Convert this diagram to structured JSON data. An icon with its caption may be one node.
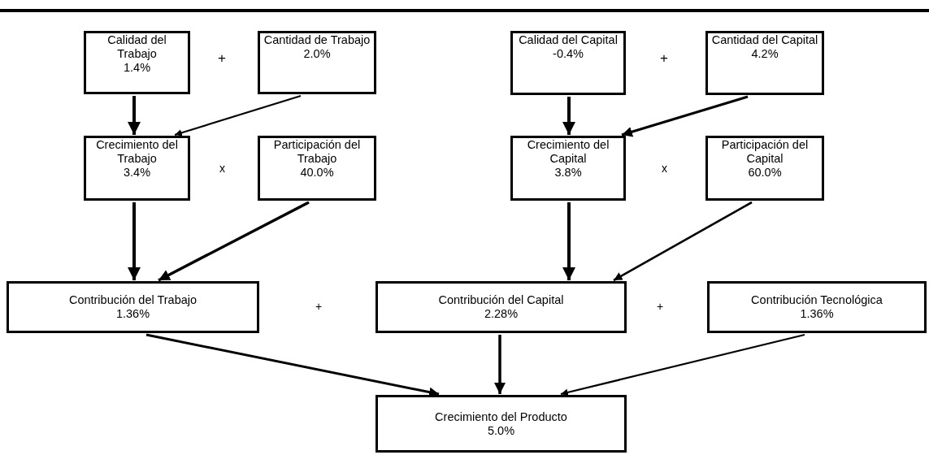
{
  "diagram": {
    "nodes": [
      {
        "text": [
          "Calidad del Trabajo",
          "1.4%"
        ]
      },
      {
        "text": [
          "Cantidad de Trabajo",
          "2.0%"
        ]
      },
      {
        "text": [
          "Calidad del Capital",
          "-0.4%"
        ]
      },
      {
        "text": [
          "Cantidad del Capital",
          "4.2%"
        ]
      },
      {
        "text": [
          "Crecimiento del Trabajo",
          "3.4%"
        ]
      },
      {
        "text": [
          "Participación del Trabajo",
          "40.0%"
        ]
      },
      {
        "text": [
          "Crecimiento del Capital",
          "3.8%"
        ]
      },
      {
        "text": [
          "Participación del Capital",
          "60.0%"
        ]
      },
      {
        "text": [
          "Contribución del Trabajo",
          "1.36%"
        ]
      },
      {
        "text": [
          "Contribución del Capital",
          "2.28%"
        ]
      },
      {
        "text": [
          "Contribución Tecnológica",
          "1.36%"
        ]
      },
      {
        "text": [
          "Crecimiento del Producto",
          "5.0%"
        ]
      }
    ],
    "edges": [
      {
        "from": 0,
        "to": 4,
        "arrow": "to"
      },
      {
        "from": 1,
        "to": 4,
        "arrow": "to"
      },
      {
        "from": 2,
        "to": 6,
        "arrow": "to"
      },
      {
        "from": 3,
        "to": 6,
        "arrow": "to"
      },
      {
        "from": 4,
        "to": 8,
        "arrow": "to"
      },
      {
        "from": 5,
        "to": 8,
        "arrow": "to"
      },
      {
        "from": 6,
        "to": 9,
        "arrow": "to"
      },
      {
        "from": 7,
        "to": 9,
        "arrow": "to"
      },
      {
        "from": 8,
        "to": 11,
        "arrow": "to"
      },
      {
        "from": 9,
        "to": 11,
        "arrow": "to"
      },
      {
        "from": 10,
        "to": 11,
        "arrow": "to"
      }
    ],
    "labels": [
      "+",
      "+",
      "x",
      "x",
      "+",
      "+"
    ]
  }
}
